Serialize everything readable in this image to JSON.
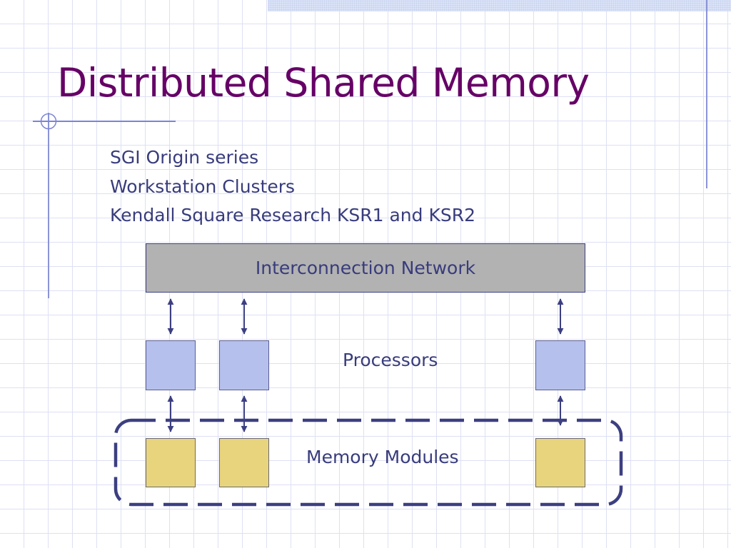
{
  "slide": {
    "title": "Distributed Shared Memory",
    "bullets": [
      "SGI Origin series",
      "Workstation Clusters",
      "Kendall Square Research KSR1 and KSR2"
    ]
  },
  "diagram": {
    "network_label": "Interconnection Network",
    "processors_label": "Processors",
    "memory_label": "Memory Modules",
    "processor_count_shown": 3,
    "memory_count_shown": 3,
    "colors": {
      "title": "#660066",
      "text": "#383c7c",
      "network_fill": "#b2b2b2",
      "processor_fill": "#b6c0ec",
      "memory_fill": "#e9d47e",
      "stroke": "#3c3f80"
    }
  }
}
